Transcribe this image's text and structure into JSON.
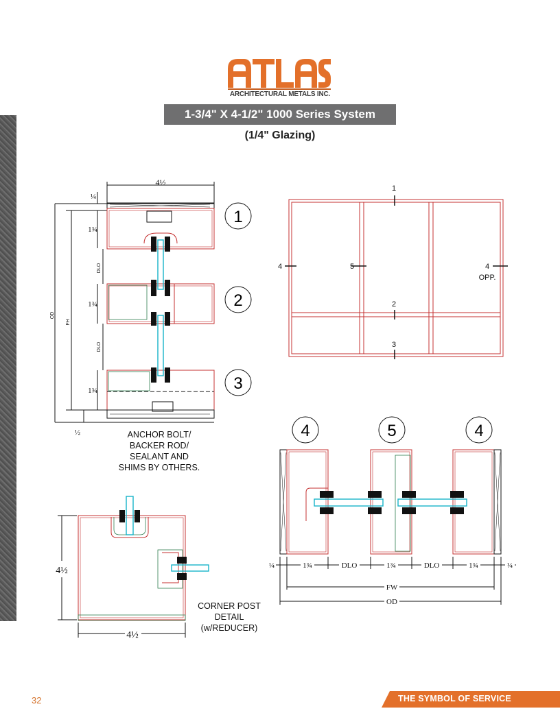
{
  "brand": {
    "logo_text": "ATLAS",
    "company": "ARCHITECTURAL METALS INC.",
    "color": "#e3702a"
  },
  "header": {
    "title": "1-3/4\" X 4-1/2\" 1000 Series System",
    "subtitle": "(1/4\" Glazing)"
  },
  "section_detail": {
    "callouts": [
      "1",
      "2",
      "3"
    ],
    "dims": {
      "top_width": "4½",
      "top_offset": "¼",
      "frame_1": "1¾",
      "frame_2": "1¾",
      "frame_3": "1¾",
      "bottom_offset": "½",
      "dlo_1": "DLO",
      "dlo_2": "DLO",
      "od": "OD",
      "fh": "FH"
    },
    "note": [
      "ANCHOR BOLT/",
      "BACKER ROD/",
      "SEALANT AND",
      "SHIMS BY OTHERS."
    ]
  },
  "elevation": {
    "markers": {
      "top": "1",
      "left": "4",
      "middle": "5",
      "right": "4",
      "right_note": "OPP.",
      "transom": "2",
      "bottom": "3"
    }
  },
  "plan_detail": {
    "callouts": [
      "4",
      "5",
      "4"
    ],
    "dims": {
      "left_offset": "¼",
      "frame_a": "1¾",
      "dlo_a": "DLO",
      "frame_b": "1¾",
      "dlo_b": "DLO",
      "frame_c": "1¾",
      "right_offset": "¼",
      "fw": "FW",
      "od": "OD"
    }
  },
  "corner_post": {
    "dims": {
      "height": "4½",
      "width": "4½"
    },
    "note": [
      "CORNER POST",
      "DETAIL",
      "(w/REDUCER)"
    ]
  },
  "footer": {
    "page_number": "32",
    "tagline": "THE SYMBOL OF SERVICE"
  }
}
